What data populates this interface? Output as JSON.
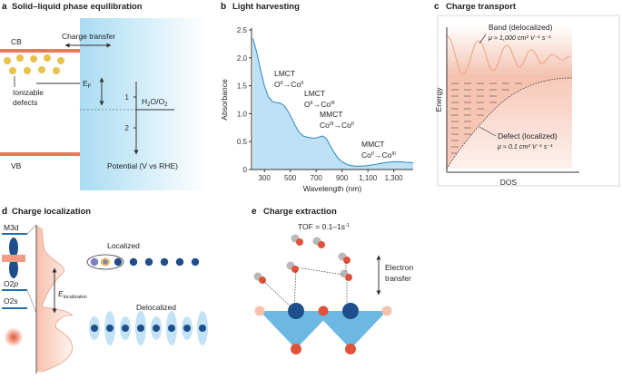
{
  "panels": {
    "a": {
      "letter": "a",
      "title": "Solid–liquid phase equilibration",
      "cb": "CB",
      "vb": "VB",
      "charge_transfer": "Charge transfer",
      "ionizable": "Ionizable",
      "defects": "defects",
      "ef": "E",
      "ef_sub": "F",
      "redox": "H",
      "redox_sub": "2",
      "redox_rest": "O/O",
      "redox_sub2": "2",
      "tick1": "1",
      "tick2": "2",
      "potential": "Potential (V vs RHE)"
    },
    "b": {
      "letter": "b",
      "title": "Light harvesting",
      "ann_lmct1_a": "LMCT",
      "ann_lmct1_b": "O",
      "ann_lmct1_sup1": "II",
      "ann_lmct1_arrow": "→",
      "ann_lmct1_c": "Co",
      "ann_lmct1_sup2": "II",
      "ann_lmct2_a": "LMCT",
      "ann_lmct2_b": "O",
      "ann_lmct2_sup1": "II",
      "ann_lmct2_arrow": "→",
      "ann_lmct2_c": "Co",
      "ann_lmct2_sup2": "III",
      "ann_mmct1_a": "MMCT",
      "ann_mmct1_b": "Co",
      "ann_mmct1_sup1": "III",
      "ann_mmct1_arrow": "→",
      "ann_mmct1_c": "Co",
      "ann_mmct1_sup2": "II",
      "ann_mmct2_a": "MMCT",
      "ann_mmct2_b": "Co",
      "ann_mmct2_sup1": "II",
      "ann_mmct2_arrow": "→",
      "ann_mmct2_c": "Co",
      "ann_mmct2_sup2": "III"
    },
    "c": {
      "letter": "c",
      "title": "Charge transport",
      "band_line1": "Band (delocalized)",
      "band_line2": "μ ≈ 1,000 cm² V⁻¹ s⁻¹",
      "defect_line1": "Defect (localized)",
      "defect_line2": "μ ≈ 0.1 cm² V⁻¹ s⁻¹",
      "ylabel": "Energy",
      "xlabel": "DOS"
    },
    "d": {
      "letter": "d",
      "title": "Charge localization",
      "m3d": "M3d",
      "o2p": "O2",
      "o2p_italic": "p",
      "o2s": "O2s",
      "localized": "Localized",
      "delocalized": "Delocalized",
      "eloc": "E",
      "eloc_sub": "localizaton"
    },
    "e": {
      "letter": "e",
      "title": "Charge extraction",
      "tof": "TOF = 0.1–1s",
      "tof_sup": "-1",
      "electron": "Electron",
      "transfer": "transfer"
    }
  },
  "colors": {
    "cb_band": "#e87a5a",
    "electrolyte_blue": "#bfe3f5",
    "hole_yellow": "#e8c24a",
    "curve_blue": "#7ec8ea",
    "band_red": "#f0a58a",
    "dark_blue": "#1f4e8c",
    "red_dot": "#e0533a"
  },
  "chart_data": {
    "type": "area",
    "title": "Light harvesting",
    "xlabel": "Wavelength (nm)",
    "ylabel": "Absorbance",
    "xlim": [
      200,
      1450
    ],
    "ylim": [
      0,
      2.5
    ],
    "xticks": [
      300,
      500,
      700,
      900,
      1100,
      1300
    ],
    "xtick_labels": [
      "300",
      "500",
      "700",
      "900",
      "1,100",
      "1,300"
    ],
    "yticks": [
      0,
      0.5,
      1.0,
      1.5,
      2.0,
      2.5
    ],
    "ytick_labels": [
      "0",
      "0.5",
      "1.0",
      "1.5",
      "2.0",
      "2.5"
    ],
    "series": [
      {
        "x": [
          210,
          240,
          270,
          300,
          330,
          360,
          390,
          420,
          450,
          480,
          510,
          540,
          570,
          600,
          630,
          660,
          690,
          720,
          750,
          780,
          810,
          840,
          870,
          900,
          950,
          1000,
          1050,
          1100,
          1150,
          1200,
          1250,
          1300,
          1350,
          1400,
          1450
        ],
        "y": [
          2.35,
          2.1,
          1.78,
          1.5,
          1.3,
          1.22,
          1.2,
          1.19,
          1.15,
          1.05,
          0.92,
          0.78,
          0.66,
          0.6,
          0.58,
          0.57,
          0.56,
          0.58,
          0.6,
          0.55,
          0.42,
          0.3,
          0.2,
          0.14,
          0.08,
          0.06,
          0.06,
          0.07,
          0.09,
          0.11,
          0.13,
          0.14,
          0.14,
          0.13,
          0.12
        ]
      }
    ]
  }
}
